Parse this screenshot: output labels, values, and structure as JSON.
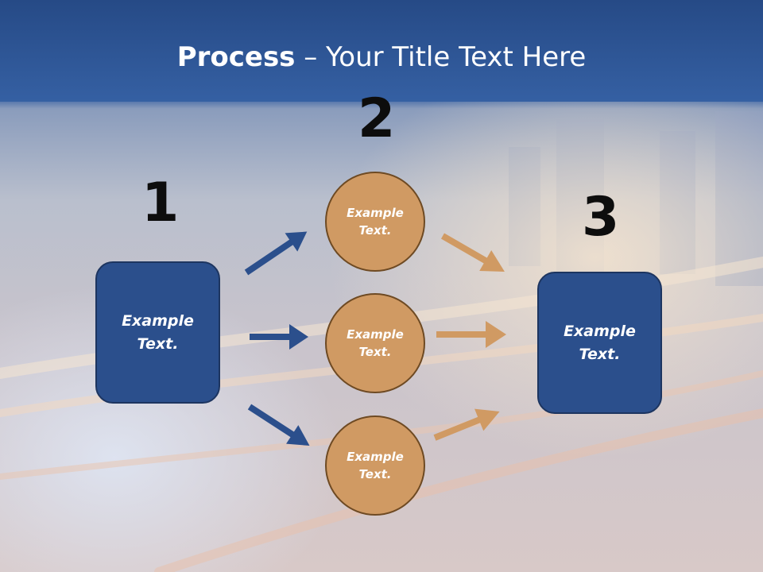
{
  "slide": {
    "title_bold": "Process",
    "title_rest": " – Your Title Text Here",
    "step_numbers": [
      "1",
      "2",
      "3"
    ],
    "left_box_text": "Example\nText.",
    "right_box_text": "Example\nText.",
    "circles": [
      "Example\nText.",
      "Example\nText.",
      "Example\nText."
    ]
  },
  "colors": {
    "header_blue": "#2f5a9c",
    "box_blue": "#2b4f8c",
    "circle_orange": "#d09a63",
    "arrow_blue": "#2b4f8c",
    "arrow_orange": "#d09a63"
  }
}
